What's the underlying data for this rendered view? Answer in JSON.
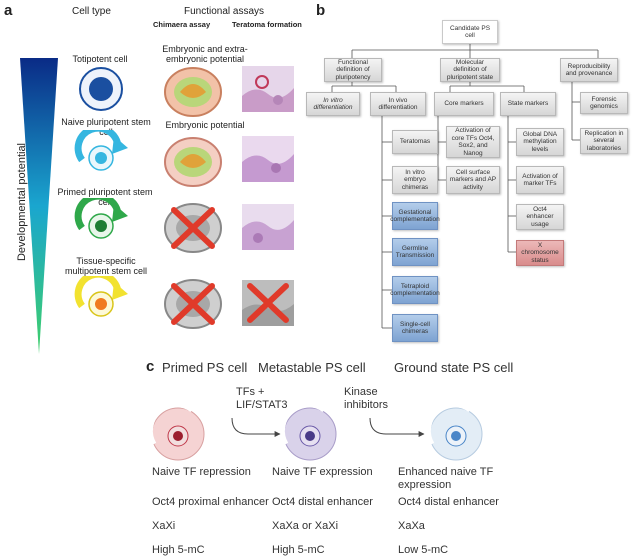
{
  "panel_a": {
    "letter": "a",
    "col_cell_type": "Cell type",
    "col_functional": "Functional assays",
    "col_chimaera": "Chimaera assay",
    "col_teratoma": "Teratoma formation",
    "axis_label": "Developmental potential",
    "rows": [
      {
        "label": "Totipotent cell",
        "potential": "Embryonic and extra-embryonic potential"
      },
      {
        "label": "Naive pluripotent stem cell",
        "potential": "Embryonic potential"
      },
      {
        "label": "Primed pluripotent stem cell",
        "potential": ""
      },
      {
        "label": "Tissue-specific multipotent stem cell",
        "potential": ""
      }
    ],
    "colors": {
      "totipotent": "#1a4fa0",
      "naive": "#35b6e0",
      "primed": "#2fa84a",
      "multipotent": "#f2e230"
    }
  },
  "panel_b": {
    "letter": "b",
    "root": "Candidate PS cell",
    "functional": "Functional definition of pluripotency",
    "molecular": "Molecular definition of pluripotent state",
    "reproducibility": "Reproducibility and provenance",
    "in_vitro_diff": "In vitro differentiation",
    "in_vivo_diff": "In vivo differentiation",
    "core_markers": "Core markers",
    "state_markers": "State markers",
    "forensic": "Forensic genomics",
    "replication": "Replication in several laboratories",
    "teratomas": "Teratomas",
    "in_vitro_chimeras": "In vitro embryo chimeras",
    "gestational": "Gestational complementation",
    "germline": "Germline Transmission",
    "tetraploid": "Tetraploid complementation",
    "single_cell": "Single-cell chimeras",
    "activation_core": "Activation of core TFs Oct4, Sox2, and Nanog",
    "cell_surface": "Cell surface markers and AP activity",
    "global_dna": "Global DNA methylation levels",
    "activation_marker": "Activation of marker TFs",
    "oct4_usage": "Oct4 enhancer usage",
    "x_chromosome": "X chromosome status"
  },
  "panel_c": {
    "letter": "c",
    "titles": [
      "Primed PS cell",
      "Metastable PS cell",
      "Ground state PS cell"
    ],
    "arrow1_label": "TFs + LIF/STAT3",
    "arrow2_label": "Kinase inhibitors",
    "rows": [
      [
        "Naive TF repression",
        "Naive TF expression",
        "Enhanced naive TF expression"
      ],
      [
        "Oct4 proximal enhancer",
        "Oct4 distal enhancer",
        "Oct4 distal enhancer"
      ],
      [
        "XaXi",
        "XaXa or XaXi",
        "XaXa"
      ],
      [
        "High 5-mC",
        "High 5-mC",
        "Low 5-mC"
      ]
    ],
    "colors": {
      "primed": "#c0394a",
      "metastable": "#6a5aa8",
      "ground": "#4a86c8"
    }
  }
}
